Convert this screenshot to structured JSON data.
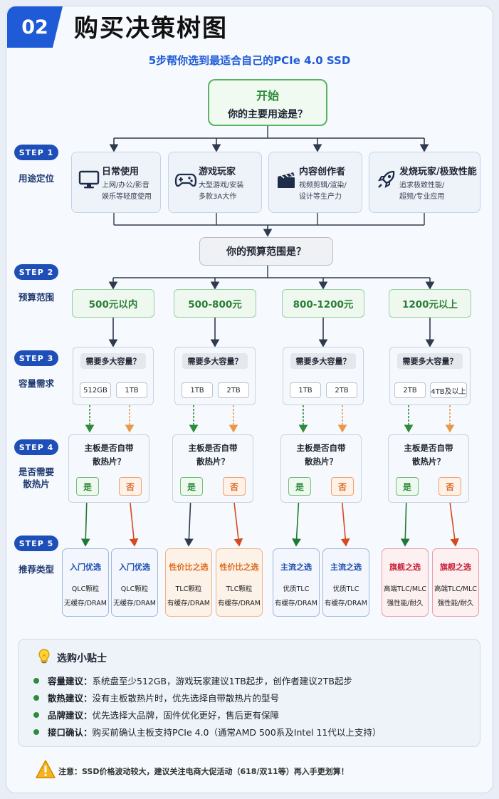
{
  "header": {
    "badge": "02",
    "title": "购买决策树图",
    "subtitle": "5步帮你选到最适合自己的PCIe 4.0 SSD"
  },
  "start": {
    "label": "开始",
    "question": "你的主要用途是？"
  },
  "steps": [
    {
      "tag": "STEP 1",
      "label": "用途定位"
    },
    {
      "tag": "STEP 2",
      "label": "预算范围"
    },
    {
      "tag": "STEP 3",
      "label": "容量需求"
    },
    {
      "tag": "STEP 4",
      "label": "是否需要散热片"
    },
    {
      "tag": "STEP 5",
      "label": "推荐类型"
    }
  ],
  "uses": [
    {
      "icon": "monitor-icon",
      "title": "日常使用",
      "desc1": "上网/办公/影音",
      "desc2": "娱乐等轻度使用"
    },
    {
      "icon": "gamepad-icon",
      "title": "游戏玩家",
      "desc1": "大型游戏/安装",
      "desc2": "多款3A大作"
    },
    {
      "icon": "clapperboard-icon",
      "title": "内容创作者",
      "desc1": "视频剪辑/渲染/",
      "desc2": "设计等生产力"
    },
    {
      "icon": "rocket-icon",
      "title": "发烧玩家/极致性能",
      "desc1": "追求极致性能/",
      "desc2": "超频/专业应用"
    }
  ],
  "budget_question": "你的预算范围是？",
  "budgets": [
    "500元以内",
    "500-800元",
    "800-1200元",
    "1200元以上"
  ],
  "capacity": {
    "question": "需要多大容量？",
    "options": [
      [
        "512GB",
        "1TB"
      ],
      [
        "1TB",
        "2TB"
      ],
      [
        "1TB",
        "2TB"
      ],
      [
        "2TB",
        "4TB及以上"
      ]
    ]
  },
  "heatsink": {
    "question_l1": "主板是否自带",
    "question_l2": "散热片？",
    "yes": "是",
    "no": "否"
  },
  "recommendations": [
    {
      "title": "入门优选",
      "line1": "QLC颗粒",
      "line2": "无缓存/DRAM",
      "color": "#1f4fb0",
      "bg": "#f3f7fd",
      "border": "#9fb6dc"
    },
    {
      "title": "入门优选",
      "line1": "QLC颗粒",
      "line2": "无缓存/DRAM",
      "color": "#1f4fb0",
      "bg": "#f3f7fd",
      "border": "#9fb6dc"
    },
    {
      "title": "性价比之选",
      "line1": "TLC颗粒",
      "line2": "有缓存/DRAM",
      "color": "#e06a1e",
      "bg": "#fdf2e8",
      "border": "#f1b287"
    },
    {
      "title": "性价比之选",
      "line1": "TLC颗粒",
      "line2": "有缓存/DRAM",
      "color": "#e06a1e",
      "bg": "#fdf2e8",
      "border": "#f1b287"
    },
    {
      "title": "主流之选",
      "line1": "优质TLC",
      "line2": "有缓存/DRAM",
      "color": "#1f4fb0",
      "bg": "#f3f7fd",
      "border": "#9fb6dc"
    },
    {
      "title": "主流之选",
      "line1": "优质TLC",
      "line2": "有缓存/DRAM",
      "color": "#1f4fb0",
      "bg": "#f3f7fd",
      "border": "#9fb6dc"
    },
    {
      "title": "旗舰之选",
      "line1": "高端TLC/MLC",
      "line2": "强性能/耐久",
      "color": "#c8223a",
      "bg": "#fdf0f1",
      "border": "#ec9aa5"
    },
    {
      "title": "旗舰之选",
      "line1": "高端TLC/MLC",
      "line2": "强性能/耐久",
      "color": "#c8223a",
      "bg": "#fdf0f1",
      "border": "#ec9aa5"
    }
  ],
  "tips": {
    "icon": "lightbulb-icon",
    "title": "选购小贴士",
    "items": [
      {
        "label": "容量建议：",
        "text": "系统盘至少512GB，游戏玩家建议1TB起步，创作者建议2TB起步"
      },
      {
        "label": "散热建议：",
        "text": "没有主板散热片时，优先选择自带散热片的型号"
      },
      {
        "label": "品牌建议：",
        "text": "优先选择大品牌，固件优化更好，售后更有保障"
      },
      {
        "label": "接口确认：",
        "text": "购买前确认主板支持PCIe 4.0（通常AMD 500系及Intel 11代以上支持）"
      }
    ]
  },
  "note": {
    "icon": "warning-icon",
    "text": "注意：SSD价格波动较大，建议关注电商大促活动（618/双11等）再入手更划算！"
  },
  "colors": {
    "accent": "#1f5bd6",
    "green": "#2e8b3b",
    "orange": "#dd6a2a",
    "red": "#c8223a",
    "navy": "#1e4fb8"
  }
}
